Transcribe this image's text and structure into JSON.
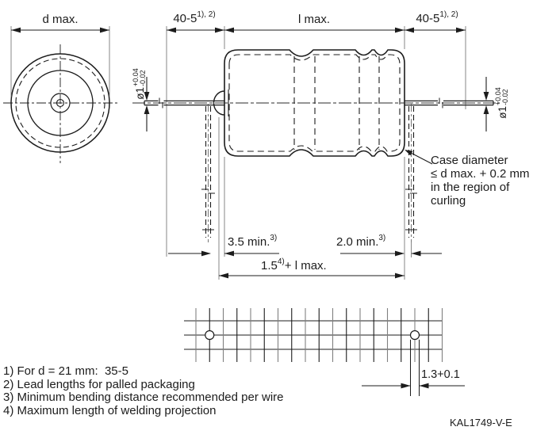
{
  "front_view": {
    "dim_d_max": "d max."
  },
  "side_view": {
    "dim_lead_left": {
      "value": "40-5",
      "sup": "1), 2)"
    },
    "dim_body_length": "l max.",
    "dim_lead_right": {
      "value": "40-5",
      "sup": "1), 2)"
    },
    "lead_diameter": {
      "value": "ø1",
      "tol_plus": "+0.04",
      "tol_minus": "-0.02"
    },
    "case_note": {
      "line1": "Case diameter",
      "line2": "≤ d max. + 0.2 mm",
      "line3": "in the region of",
      "line4": "curling"
    },
    "dim_bend_left": {
      "value": "3.5 min.",
      "sup": "3)"
    },
    "dim_bend_right": {
      "value": "2.0 min.",
      "sup": "3)"
    },
    "dim_total": {
      "value": "1.5",
      "sup": "4)",
      "suffix": "+ l max."
    }
  },
  "tape_view": {
    "dim_hole": "1.3+0.1"
  },
  "footnotes": [
    "1) For d = 21 mm:  35-5",
    "2) Lead lengths for palled packaging",
    "3) Minimum bending distance recommended per wire",
    "4) Maximum length of welding projection"
  ],
  "doc_code": "KAL1749-V-E",
  "colors": {
    "line": "#1c1c1c",
    "thin_line": "#7a7a7a",
    "background": "#ffffff"
  }
}
